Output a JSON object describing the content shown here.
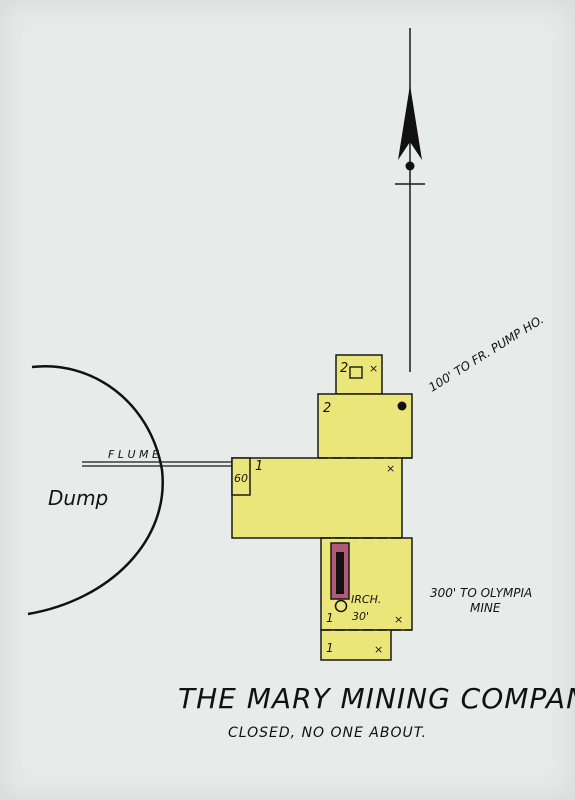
{
  "title": "THE MARY MINING COMPANY",
  "subtitle": "CLOSED, NO ONE ABOUT.",
  "labels": {
    "dump": "Dump",
    "flume": "F L U M E",
    "pump": "100' TO FR. PUMP HO.",
    "olympia_line1": "300' TO OLYMPIA",
    "olympia_line2": "MINE",
    "irch_line1": "IRCH.",
    "irch_line2": "30'",
    "story_top": "2",
    "story_upper": "2",
    "story_main": "1",
    "story_lower": "1",
    "story_bottom": "1",
    "annex": "60"
  },
  "colors": {
    "paper": "#e7ebe9",
    "building": "#ebe67a",
    "ink": "#1a1a1a",
    "stack": "#b05a78"
  },
  "icons": [
    "north-arrow-icon",
    "smokestack-icon",
    "x-mark-icon"
  ]
}
